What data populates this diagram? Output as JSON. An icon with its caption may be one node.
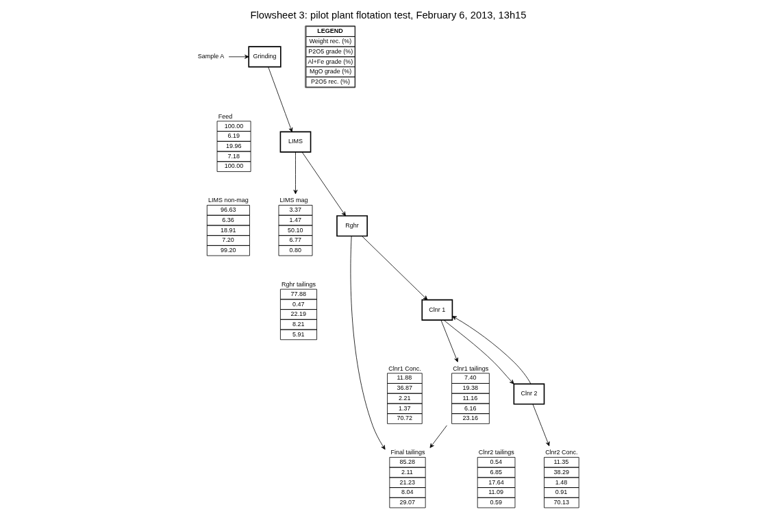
{
  "diagram": {
    "title": "Flowsheet 3: pilot plant flotation test, February 6, 2013, 13h15",
    "nodes": [
      {
        "text": [
          "Sample A"
        ]
      },
      {
        "text": [
          "Grinding"
        ]
      },
      {
        "text": [
          "Feed",
          "100.00",
          "6.19",
          "19.96",
          "7.18",
          "100.00"
        ]
      },
      {
        "text": [
          "LIMS"
        ]
      },
      {
        "text": [
          "LIMS mag",
          "3.37",
          "1.47",
          "50.10",
          "6.77",
          "0.80"
        ]
      },
      {
        "text": [
          "LIMS non-mag",
          "96.63",
          "6.36",
          "18.91",
          "7.20",
          "99.20"
        ]
      },
      {
        "text": [
          "Rghr tailings",
          "77.88",
          "0.47",
          "22.19",
          "8.21",
          "5.91"
        ]
      },
      {
        "text": [
          "Rghr"
        ]
      },
      {
        "text": [
          "Final tailings",
          "85.28",
          "2.11",
          "21.23",
          "8.04",
          "29.07"
        ]
      },
      {
        "text": [
          "Clnr 1"
        ]
      },
      {
        "text": [
          "Clnr1 Conc.",
          "11.88",
          "36.87",
          "2.21",
          "1.37",
          "70.72"
        ]
      },
      {
        "text": [
          "Clnr1 tailings",
          "7.40",
          "19.38",
          "11.16",
          "6.16",
          "23.16"
        ]
      },
      {
        "text": [
          "Clnr 2"
        ]
      },
      {
        "text": [
          "Clnr2 tailings",
          "0.54",
          "6.85",
          "17.64",
          "11.09",
          "0.59"
        ]
      },
      {
        "text": [
          "Clnr2 Conc.",
          "11.35",
          "38.29",
          "1.48",
          "0.91",
          "70.13"
        ]
      },
      {
        "text": [
          "LEGEND",
          "Weight rec. (%)",
          "P2O5 grade (%)",
          "Al+Fe grade (%)",
          "MgO grade (%)",
          "P2O5 rec. (%)"
        ]
      }
    ],
    "edges": [
      {
        "from": 0,
        "to": 1,
        "arrow": "to"
      },
      {
        "from": 1,
        "to": 3,
        "arrow": "to"
      },
      {
        "from": 3,
        "to": 4,
        "arrow": "to"
      },
      {
        "from": 3,
        "to": 7,
        "arrow": "to"
      },
      {
        "from": 7,
        "to": 8,
        "arrow": "to"
      },
      {
        "from": 7,
        "to": 9,
        "arrow": "to"
      },
      {
        "from": 9,
        "to": 11,
        "arrow": "to"
      },
      {
        "from": 11,
        "to": 8,
        "arrow": "to"
      },
      {
        "from": 9,
        "to": 12,
        "arrow": "to"
      },
      {
        "from": 12,
        "to": 9,
        "arrow": "to"
      },
      {
        "from": 12,
        "to": 14,
        "arrow": "to"
      }
    ]
  }
}
